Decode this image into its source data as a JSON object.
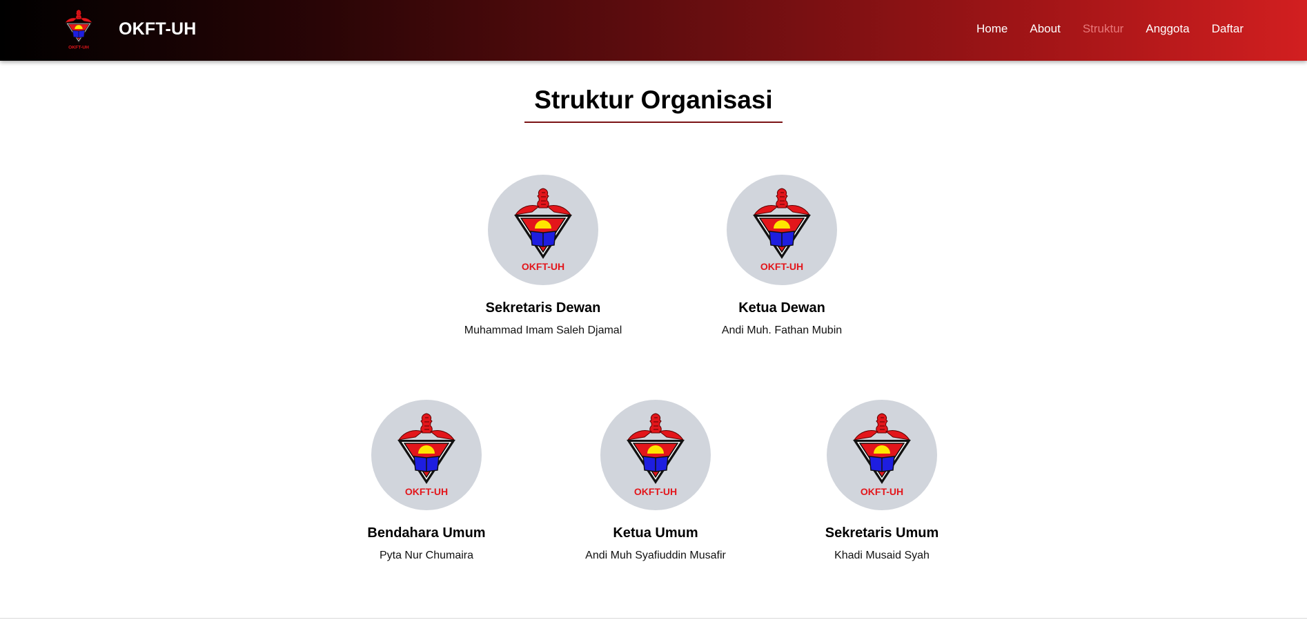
{
  "brand": {
    "name": "OKFT-UH",
    "logo_text": "OKFT-UH"
  },
  "nav": {
    "items": [
      {
        "label": "Home"
      },
      {
        "label": "About"
      },
      {
        "label": "Struktur",
        "active": true
      },
      {
        "label": "Anggota"
      },
      {
        "label": "Daftar"
      }
    ]
  },
  "page": {
    "title": "Struktur Organisasi"
  },
  "members": [
    {
      "role": "Sekretaris Dewan",
      "name": "Muhammad Imam Saleh Djamal",
      "logo_text": "OKFT-UH"
    },
    {
      "role": "Ketua Dewan",
      "name": "Andi Muh. Fathan Mubin",
      "logo_text": "OKFT-UH"
    },
    {
      "role": "Bendahara Umum",
      "name": "Pyta Nur Chumaira",
      "logo_text": "OKFT-UH"
    },
    {
      "role": "Ketua Umum",
      "name": "Andi Muh Syafiuddin Musafir",
      "logo_text": "OKFT-UH"
    },
    {
      "role": "Sekretaris Umum",
      "name": "Khadi Musaid Syah",
      "logo_text": "OKFT-UH"
    }
  ],
  "colors": {
    "accent": "#d21f20",
    "active_nav": "#e8787a",
    "avatar_bg": "#d1d5dc",
    "logo_red": "#e3161b",
    "logo_blue": "#1e1ee0",
    "logo_yellow": "#ffe600"
  },
  "icons": {
    "logo": "okft-uh-emblem-icon"
  }
}
